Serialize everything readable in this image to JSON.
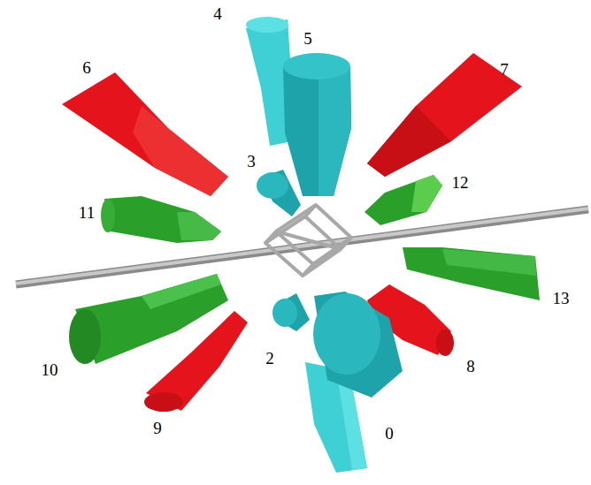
{
  "diagram": {
    "labels": [
      "4",
      "5",
      "6",
      "7",
      "3",
      "12",
      "11",
      "13",
      "10",
      "2",
      "8",
      "9",
      "0"
    ]
  }
}
